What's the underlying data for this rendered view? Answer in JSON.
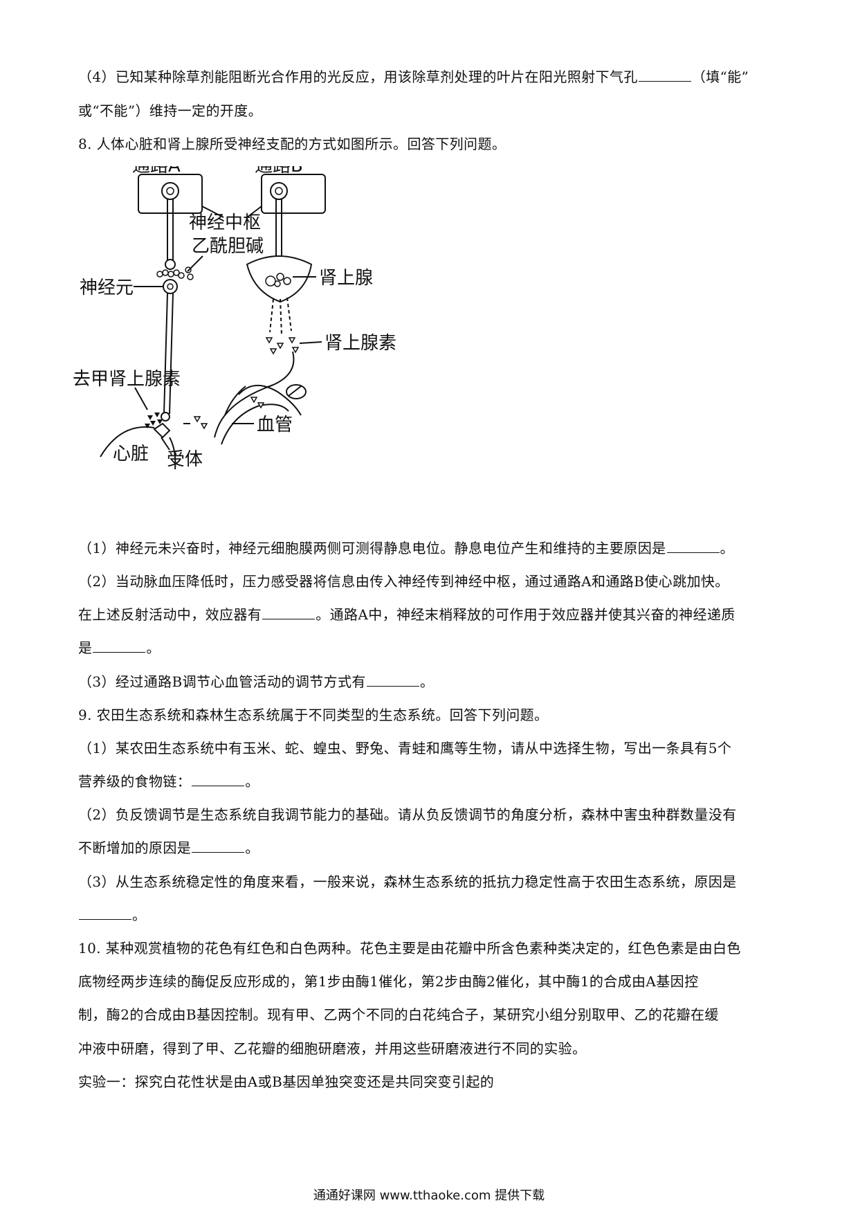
{
  "lines": {
    "l1": [
      "（4）已知某种除草剂能阻断光合作用的光反应，用该除草剂处理的叶片在阳光照射下气孔",
      "（填“能”"
    ],
    "l2": "或“不能”）维持一定的开度。",
    "l3": "8. 人体心脏和肾上腺所受神经支配的方式如图所示。回答下列问题。",
    "l4": [
      "（1）神经元未兴奋时，神经元细胞膜两侧可测得静息电位。静息电位产生和维持的主要原因是",
      "。"
    ],
    "l5": "（2）当动脉血压降低时，压力感受器将信息由传入神经传到神经中枢，通过通路A和通路B使心跳加快。",
    "l6": [
      "在上述反射活动中，效应器有",
      "。通路A中，神经末梢释放的可作用于效应器并使其兴奋的神经递质"
    ],
    "l7": [
      "是",
      "。"
    ],
    "l8": [
      "（3）经过通路B调节心血管活动的调节方式有",
      "。"
    ],
    "l9": "9. 农田生态系统和森林生态系统属于不同类型的生态系统。回答下列问题。",
    "l10": "（1）某农田生态系统中有玉米、蛇、蝗虫、野兔、青蛙和鹰等生物，请从中选择生物，写出一条具有5个",
    "l11": [
      "营养级的食物链：",
      "。"
    ],
    "l12": "（2）负反馈调节是生态系统自我调节能力的基础。请从负反馈调节的角度分析，森林中害虫种群数量没有",
    "l13": [
      "不断增加的原因是",
      "。"
    ],
    "l14": "（3）从生态系统稳定性的角度来看，一般来说，森林生态系统的抵抗力稳定性高于农田生态系统，原因是",
    "l15": "。",
    "l16": "10. 某种观赏植物的花色有红色和白色两种。花色主要是由花瓣中所含色素种类决定的，红色色素是由白色",
    "l17": "底物经两步连续的酶促反应形成的，第1步由酶1催化，第2步由酶2催化，其中酶1的合成由A基因控",
    "l18": "制，酶2的合成由B基因控制。现有甲、乙两个不同的白花纯合子，某研究小组分别取甲、乙的花瓣在缓",
    "l19": "冲液中研磨，得到了甲、乙花瓣的细胞研磨液，并用这些研磨液进行不同的实验。",
    "l20": "实验一：探究白花性状是由A或B基因单独突变还是共同突变引起的"
  },
  "diagram": {
    "pathway_a": "通路A",
    "pathway_b": "通路B",
    "nerve_center": "神经中枢",
    "acetylcholine": "乙酰胆碱",
    "neuron": "神经元",
    "adrenal_gland": "肾上腺",
    "adrenaline": "肾上腺素",
    "noradrenaline": "去甲肾上腺素",
    "blood_vessel": "血管",
    "heart": "心脏",
    "receptor": "受体"
  },
  "footer": "通通好课网  www.tthaoke.com  提供下载"
}
